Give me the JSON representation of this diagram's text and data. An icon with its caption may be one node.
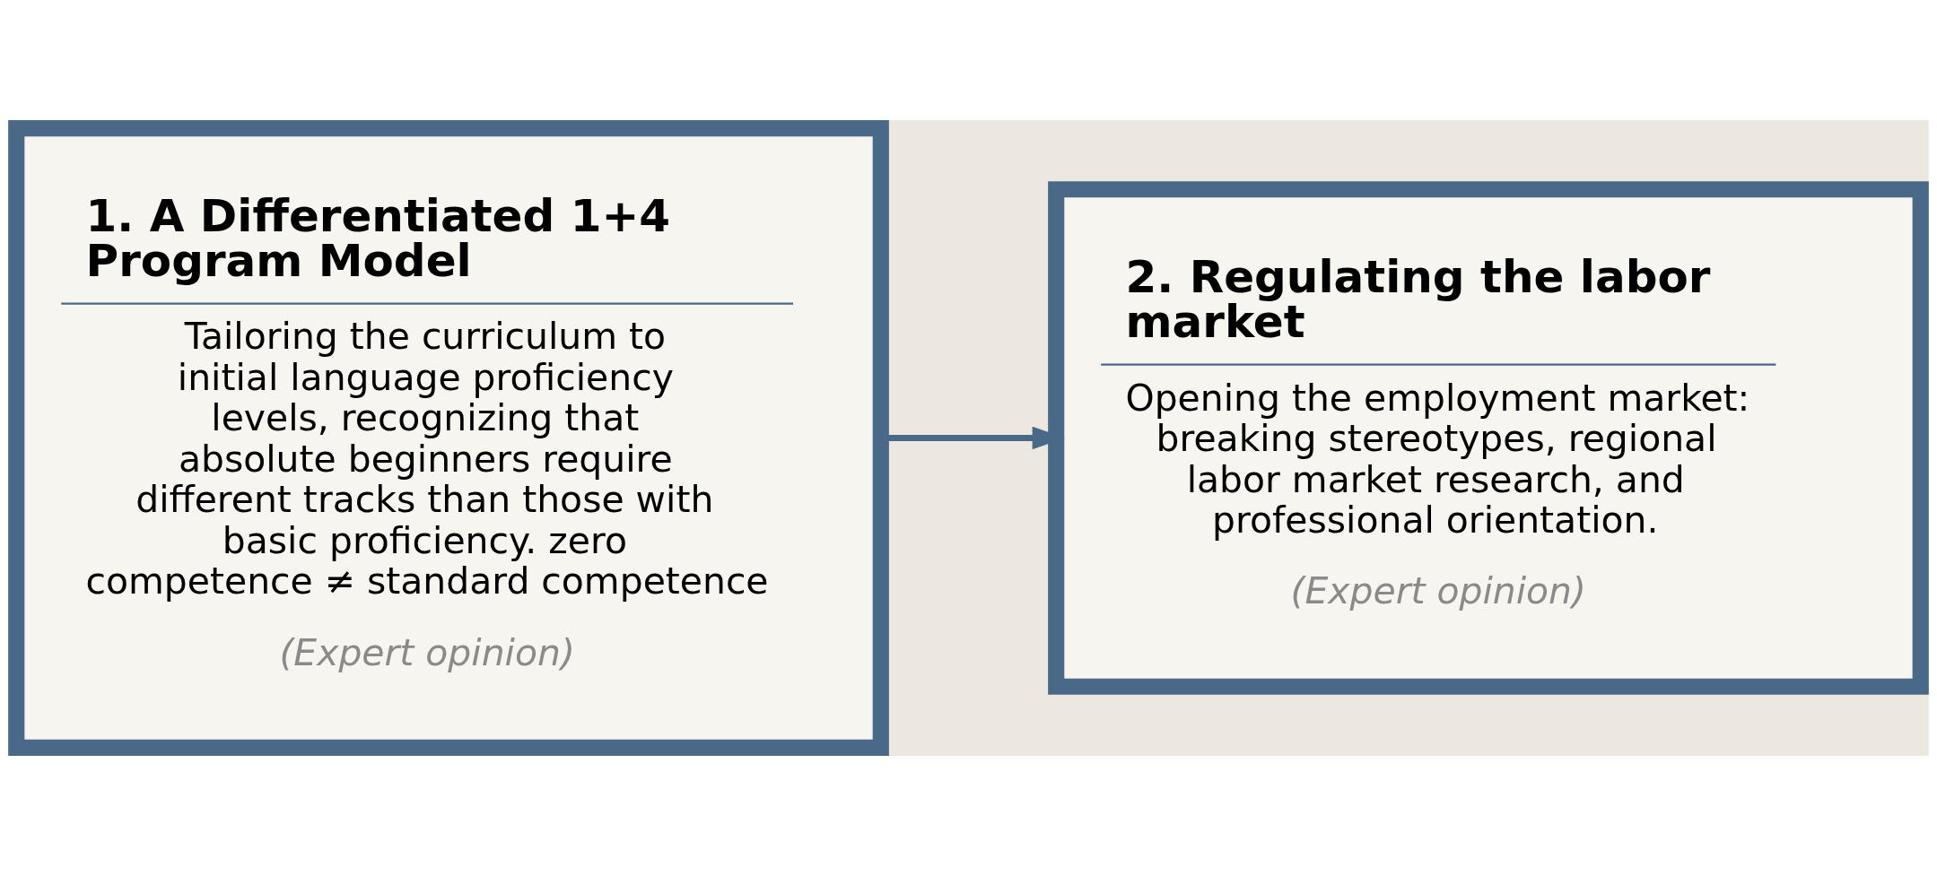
{
  "diagram": {
    "nodes": [
      {
        "text": [
          "1. A Differentiated 1+4 Program Model",
          "Tailoring the curriculum to initial language proficiency levels, recognizing that absolute beginners require different tracks than those with basic proficiency. zero competence ≠ standard competence",
          "(Expert opinion)"
        ]
      },
      {
        "text": [
          "2. Regulating the labor market",
          "Opening the employment market: breaking stereotypes, regional labor market research, and professional orientation.",
          "(Expert opinion)"
        ]
      }
    ],
    "edges": [
      {
        "from": 0,
        "to": 1,
        "arrow": "to"
      }
    ]
  }
}
